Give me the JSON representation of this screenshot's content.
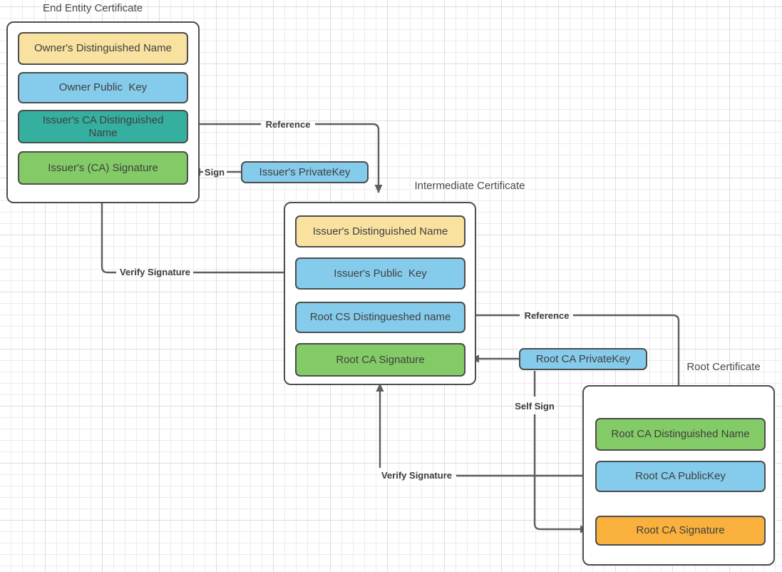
{
  "diagram": {
    "palette": {
      "yellow": "#F9E2A0",
      "blue": "#85CBEB",
      "teal": "#34AFA0",
      "green": "#83CB66",
      "orange": "#F9B03C",
      "border": "#4D4D4D",
      "line": "#5E5E5E"
    },
    "containers": [
      {
        "title": "End Entity Certificate",
        "fields": [
          {
            "label": "Owner's Distinguished Name",
            "fill": "#F9E2A0"
          },
          {
            "label": "Owner Public  Key",
            "fill": "#85CBEB"
          },
          {
            "label": "Issuer's CA Distinguished\nName",
            "fill": "#34AFA0"
          },
          {
            "label": "Issuer's (CA) Signature",
            "fill": "#83CB66"
          }
        ]
      },
      {
        "title": "Intermediate Certificate",
        "fields": [
          {
            "label": "Issuer's Distinguished Name",
            "fill": "#F9E2A0"
          },
          {
            "label": "Issuer's Public  Key",
            "fill": "#85CBEB"
          },
          {
            "label": "Root CS Distingueshed name",
            "fill": "#85CBEB"
          },
          {
            "label": "Root CA Signature",
            "fill": "#83CB66"
          }
        ]
      },
      {
        "title": "Root Certificate",
        "fields": [
          {
            "label": "Root CA Distinguished Name",
            "fill": "#83CB66"
          },
          {
            "label": "Root CA PublicKey",
            "fill": "#85CBEB"
          },
          {
            "label": "Root CA Signature",
            "fill": "#F9B03C"
          }
        ]
      }
    ],
    "keys": [
      {
        "label": "Issuer's PrivateKey",
        "fill": "#85CBEB"
      },
      {
        "label": "Root CA PrivateKey",
        "fill": "#85CBEB"
      }
    ],
    "edge_labels": {
      "reference_1": "Reference",
      "sign": "Sign",
      "verify_signature_1": "Verify Signature",
      "reference_2": "Reference",
      "self_sign": "Self Sign",
      "verify_signature_2": "Verify Signature"
    }
  }
}
